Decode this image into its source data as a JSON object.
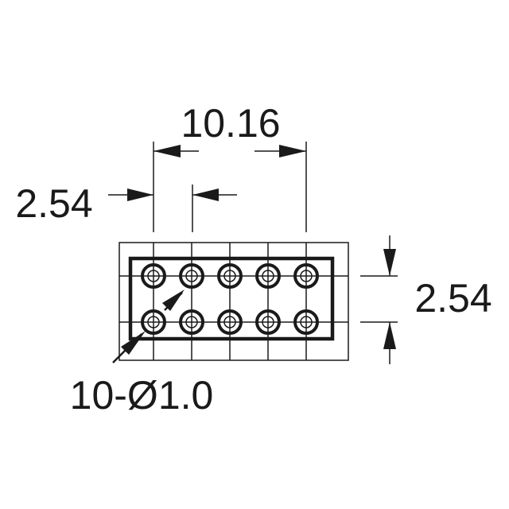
{
  "diagram": {
    "dimensions": {
      "pitch_span": "10.16",
      "pitch_horizontal": "2.54",
      "pitch_vertical": "2.54",
      "hole_callout": "10-Ø1.0"
    },
    "grid": {
      "columns": 5,
      "rows": 2
    },
    "colors": {
      "line": "#1a1a1a",
      "background": "#ffffff"
    }
  }
}
